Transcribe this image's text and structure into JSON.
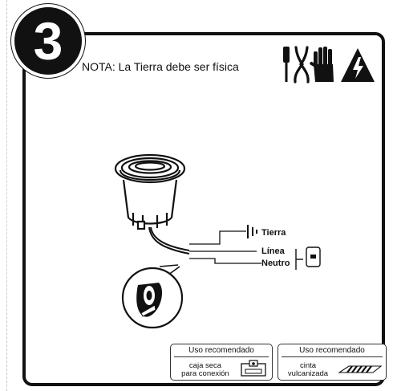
{
  "step": {
    "number": "3"
  },
  "note": {
    "text": "NOTA: La Tierra debe ser física"
  },
  "wiring": {
    "ground": "Tierra",
    "line": "Línea",
    "neutral": "Neutro"
  },
  "recommendations": [
    {
      "title": "Uso recomendado",
      "line1": "caja seca",
      "line2": "para conexión",
      "icon": "junction-box-icon"
    },
    {
      "title": "Uso recomendado",
      "line1": "cinta",
      "line2": "vulcanizada",
      "icon": "tape-strip-icon"
    }
  ],
  "icons": [
    "screwdriver-icon",
    "pliers-icon",
    "glove-icon",
    "high-voltage-warning-icon",
    "tape-roll-icon",
    "switch-icon"
  ]
}
